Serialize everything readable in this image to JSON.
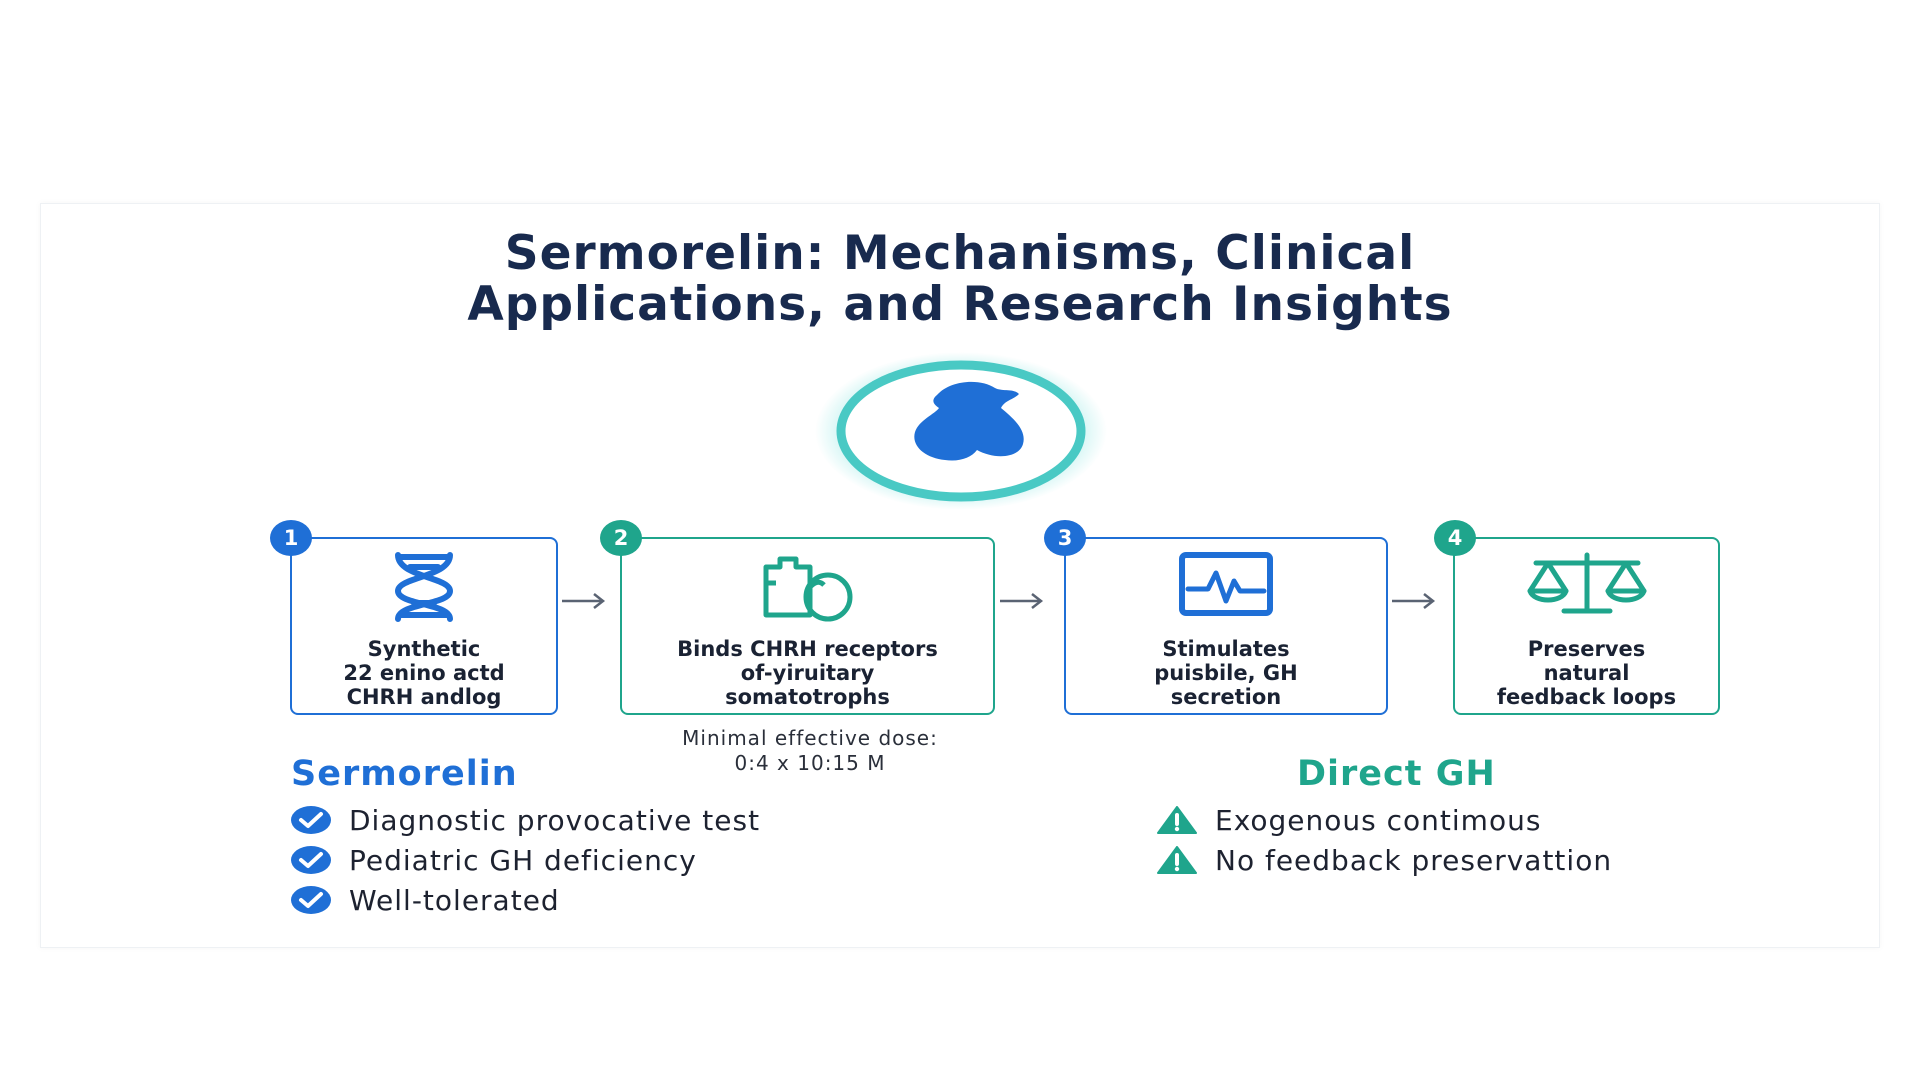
{
  "title": {
    "line1": "Sermorelin: Mechanisms, Clinical",
    "line2": "Applications, and Research Insights"
  },
  "emblem_icon": "pituitary-gland-icon",
  "steps": [
    {
      "number": "1",
      "icon": "dna-helix-icon",
      "lines": [
        "Synthetic",
        "22  enino actd",
        "CHRH andlog"
      ],
      "color": "#1f6fd6"
    },
    {
      "number": "2",
      "icon": "receptor-binding-icon",
      "lines": [
        "Binds CHRH receptors",
        "of-yiruitary",
        "somatotrophs"
      ],
      "color": "#1fa58c"
    },
    {
      "number": "3",
      "icon": "pulse-monitor-icon",
      "lines": [
        "Stimulates",
        "puisbile, GH",
        "secretion"
      ],
      "color": "#1f6fd6"
    },
    {
      "number": "4",
      "icon": "balance-scale-icon",
      "lines": [
        "Preserves",
        "natural",
        "feedback loops"
      ],
      "color": "#1fa58c"
    }
  ],
  "dose": {
    "line1": "Minimal effective dose:",
    "line2": "0:4 x 10:15 M"
  },
  "sermorelin": {
    "title": "Sermorelin",
    "color": "#1f6fd6",
    "items": [
      "Diagnostic provocative test",
      "Pediatric GH deficiency",
      "Well-tolerated"
    ]
  },
  "direct_gh": {
    "title": "Direct GH",
    "color": "#1fa58c",
    "items": [
      "Exogenous contimous",
      "No feedback preservattion"
    ]
  }
}
